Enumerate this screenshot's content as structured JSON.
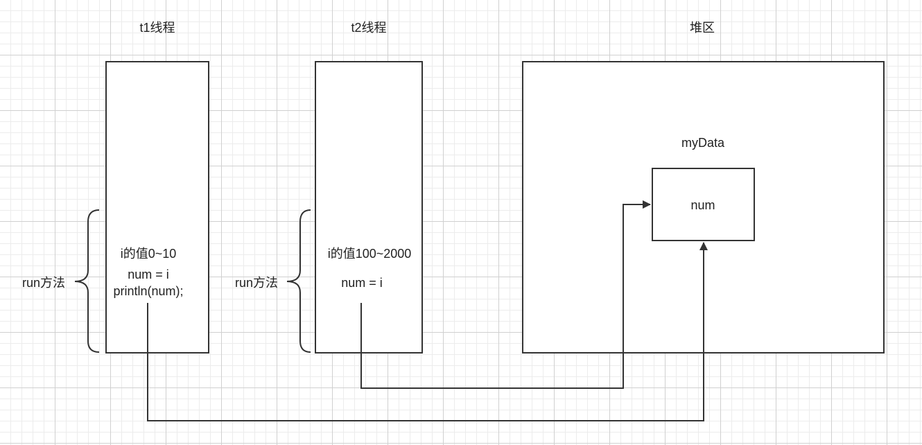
{
  "t1": {
    "title": "t1线程",
    "run_label": "run方法",
    "line1": "i的值0~10",
    "line2": "num = i",
    "line3": "println(num);"
  },
  "t2": {
    "title": "t2线程",
    "run_label": "run方法",
    "line1": "i的值100~2000",
    "line2": "num = i"
  },
  "heap": {
    "title": "堆区",
    "object_name": "myData",
    "field": "num"
  },
  "colors": {
    "stroke": "#333333",
    "grid_major": "#d0d0d0",
    "grid_minor": "#ececec"
  }
}
